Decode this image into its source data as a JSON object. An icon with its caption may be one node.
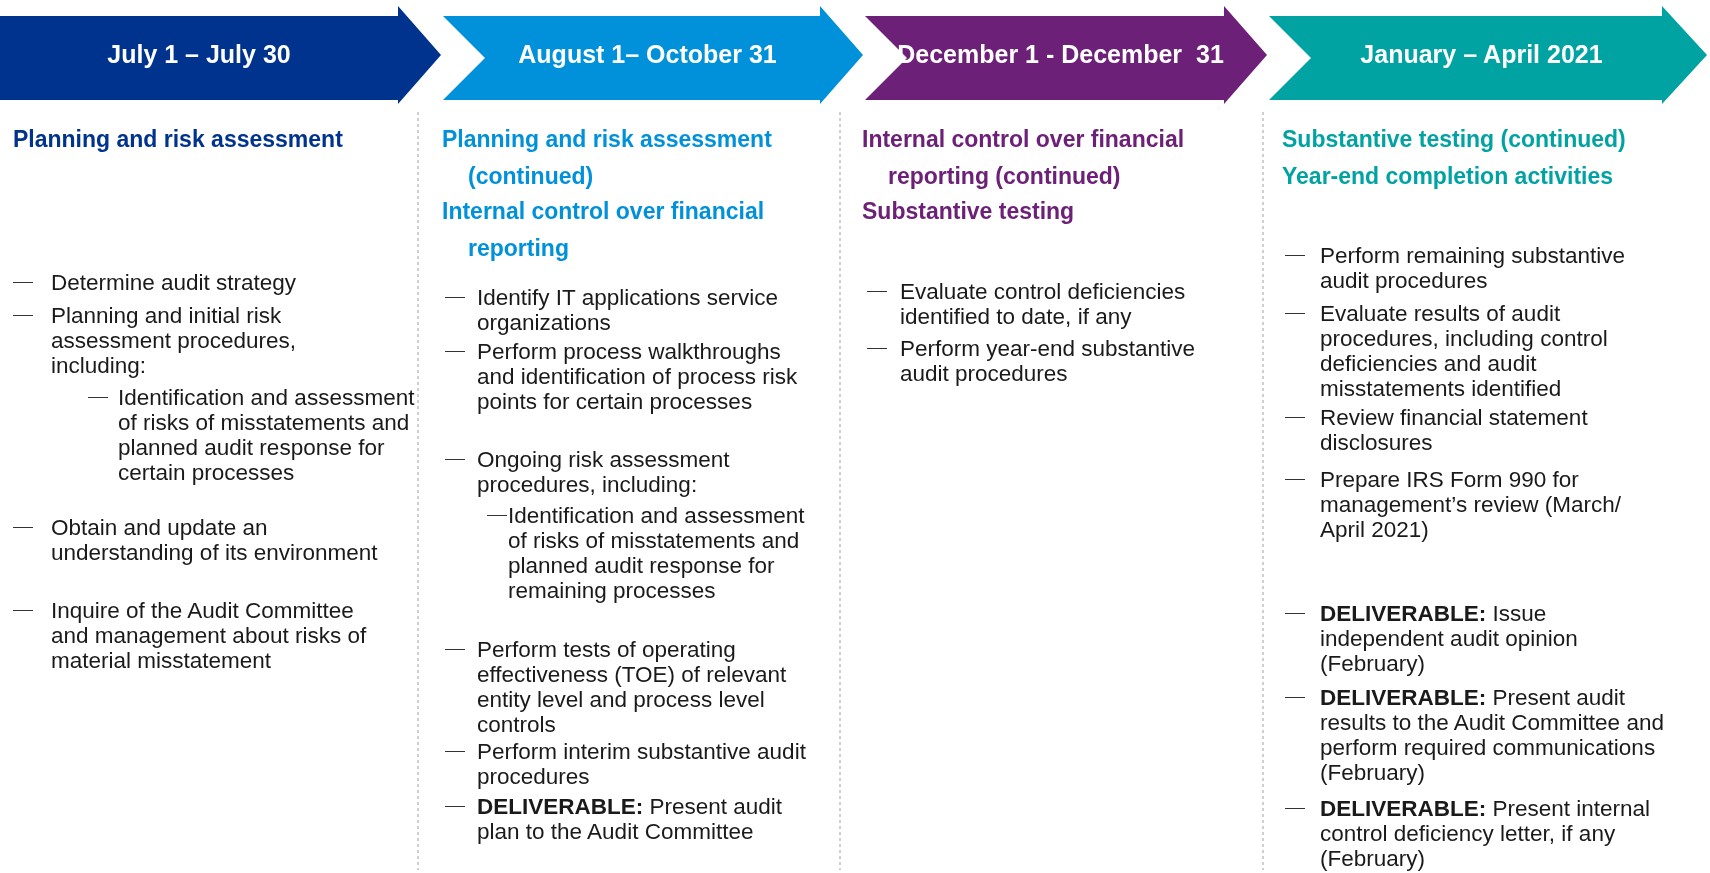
{
  "diagram": {
    "nodes": [
      {
        "text": [
          "July 1 – July 30"
        ]
      },
      {
        "text": [
          "August 1– October 31"
        ]
      },
      {
        "text": [
          "December 1 - December  31"
        ]
      },
      {
        "text": [
          "January – April 2021"
        ]
      }
    ],
    "labels": [
      "Planning and risk assessment",
      "Determine audit strategy",
      "Planning and initial risk assessment procedures, including:",
      "Identification and assessment of risks of misstatements and planned audit response for certain processes",
      "Obtain and update an understanding of its environment",
      "Inquire of the Audit Committee and management about risks of material misstatement",
      "Planning and risk assessment (continued)",
      "Internal control over financial reporting",
      "Identify IT applications service organizations",
      "Perform process walkthroughs and identification of process risk points for certain processes",
      "Ongoing risk assessment procedures, including:",
      "Identification and assessment of risks of misstatements and planned audit response for remaining processes",
      "Perform tests of operating effectiveness (TOE) of relevant entity level and process level controls",
      "Perform interim substantive audit procedures",
      "**DELIVERABLE:** Present audit plan to the Audit Committee",
      "Internal control over financial reporting (continued)",
      "Substantive testing",
      "Evaluate control deficiencies identified to date, if any",
      "Perform year-end substantive audit procedures",
      "Substantive testing (continued)",
      "Year-end completion activities",
      "Perform remaining substantive audit procedures",
      "Evaluate results of audit procedures, including control deficiencies and audit misstatements identified",
      "Review financial statement disclosures",
      "Prepare IRS Form 990 for management’s review (March/ April 2021)",
      "**DELIVERABLE:**  Issue independent audit opinion (February)",
      "**DELIVERABLE:**  Present audit results to the Audit Committee and perform required communications (February)",
      "**DELIVERABLE:** Present internal control deficiency letter, if any (February)"
    ]
  }
}
